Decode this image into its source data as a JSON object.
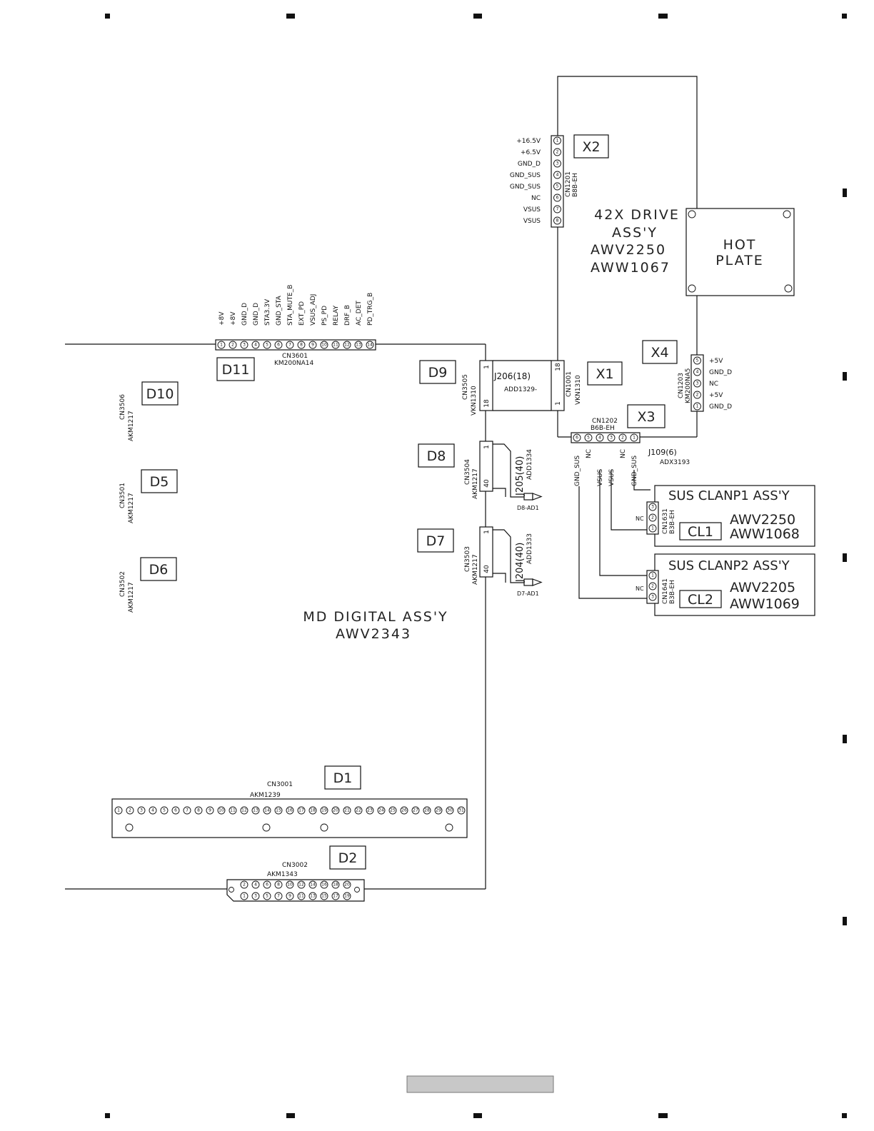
{
  "boards": {
    "md_digital": {
      "name": "MD DIGITAL ASS'Y",
      "part": "AWV2343"
    },
    "drive": {
      "name": "42X DRIVE",
      "name2": "ASS'Y",
      "part1": "AWV2250",
      "part2": "AWW1067"
    },
    "hot_plate": {
      "line1": "HOT",
      "line2": "PLATE"
    },
    "sus1": {
      "name": "SUS CLANP1 ASS'Y",
      "part1": "AWV2250",
      "part2": "AWW1068"
    },
    "sus2": {
      "name": "SUS CLANP2 ASS'Y",
      "part1": "AWV2205",
      "part2": "AWW1069"
    }
  },
  "tags": {
    "X1": "X1",
    "X2": "X2",
    "X3": "X3",
    "X4": "X4",
    "D1": "D1",
    "D2": "D2",
    "D5": "D5",
    "D6": "D6",
    "D7": "D7",
    "D8": "D8",
    "D9": "D9",
    "D10": "D10",
    "D11": "D11",
    "CL1": "CL1",
    "CL2": "CL2"
  },
  "connectors": {
    "cn1201": {
      "ref": "CN1201",
      "part": "B8B-EH",
      "signals": [
        "+16.5V",
        "+6.5V",
        "GND_D",
        "GND_SUS",
        "GND_SUS",
        "NC",
        "VSUS",
        "VSUS"
      ]
    },
    "cn3601": {
      "ref": "CN3601",
      "part": "KM200NA14",
      "signals": [
        "+8V",
        "+8V",
        "GND_D",
        "GND_D",
        "STA3.3V",
        "GND_STA",
        "STA_MUTE_B",
        "EXT_PD",
        "VSUS_ADJ",
        "PS_PD",
        "RELAY",
        "DRF_B",
        "AC_DET",
        "PD_TRG_B"
      ]
    },
    "cn3505": {
      "ref": "CN3505",
      "part": "VKN1310",
      "pin_top": "1",
      "pin_bottom": "18"
    },
    "cn1001": {
      "ref": "CN1001",
      "part": "VKN1310",
      "pin_top": "18",
      "pin_bottom": "1"
    },
    "j206": {
      "ref": "J206(18)",
      "part": "ADD1329-"
    },
    "cn1203": {
      "ref": "CN1203",
      "part": "KM200NA5",
      "signals": [
        "+5V",
        "GND_D",
        "NC",
        "+5V",
        "GND_D"
      ]
    },
    "cn1202": {
      "ref": "CN1202",
      "part": "B6B-EH",
      "signals": [
        "GND_SUS",
        "NC",
        "VSUS",
        "VSUS",
        "NC",
        "GND_SUS"
      ]
    },
    "j109": {
      "ref": "J109(6)",
      "part": "ADX3193"
    },
    "cn3506": {
      "ref": "CN3506",
      "part": "AKM1217"
    },
    "cn3501": {
      "ref": "CN3501",
      "part": "AKM1217"
    },
    "cn3502": {
      "ref": "CN3502",
      "part": "AKM1217"
    },
    "cn3504": {
      "ref": "CN3504",
      "part": "AKM1217",
      "pin_top": "1",
      "pin_bottom": "40"
    },
    "j205": {
      "ref": "J205(40)",
      "part": "ADD1334",
      "dest": "D8-AD1"
    },
    "cn3503": {
      "ref": "CN3503",
      "part": "AKM1217",
      "pin_top": "1",
      "pin_bottom": "40"
    },
    "j204": {
      "ref": "J204(40)",
      "part": "ADD1333",
      "dest": "D7-AD1"
    },
    "cn1631": {
      "ref": "CN1631",
      "part": "B3B-EH",
      "nc": "NC"
    },
    "cn1641": {
      "ref": "CN1641",
      "part": "B3B-EH",
      "nc": "NC"
    },
    "cn3001": {
      "ref": "CN3001",
      "part": "AKM1239"
    },
    "cn3002": {
      "ref": "CN3002",
      "part": "AKM1343"
    }
  }
}
